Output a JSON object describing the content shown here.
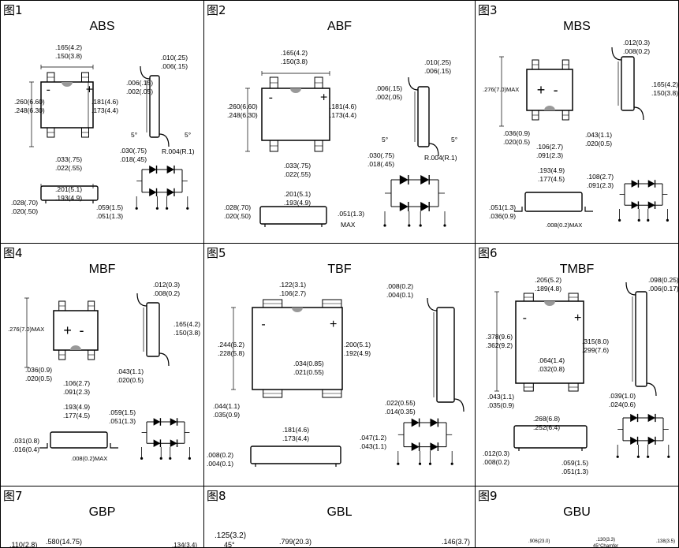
{
  "figures": [
    {
      "label": "图1",
      "package": "ABS",
      "dims": [
        ".165(4.2)",
        ".150(3.8)",
        ".260(6.60)",
        ".248(6.30)",
        ".181(4.6)",
        ".173(4.4)",
        ".033(.75)",
        ".022(.55)",
        ".201(5.1)",
        ".193(4.9)",
        ".028(.70)",
        ".020(.50)",
        ".059(1.5)",
        ".051(1.3)",
        ".010(.25)",
        ".006(.15)",
        ".006(.15)",
        ".002(.05)",
        "5°",
        "5°",
        ".030(.75)",
        ".018(.45)",
        "R.004(R.1)"
      ],
      "pins": [
        "+",
        "~",
        "~",
        "-"
      ],
      "marks": [
        "-",
        "+"
      ]
    },
    {
      "label": "图2",
      "package": "ABF",
      "dims": [
        ".165(4.2)",
        ".150(3.8)",
        ".260(6.60)",
        ".248(6.30)",
        ".181(4.6)",
        ".173(4.4)",
        ".033(.75)",
        ".022(.55)",
        ".201(5.1)",
        ".193(4.9)",
        ".028(.70)",
        ".020(.50)",
        ".051(1.3)",
        "MAX",
        ".010(.25)",
        ".006(.15)",
        ".006(.15)",
        ".002(.05)",
        "5°",
        "5°",
        ".030(.75)",
        ".018(.45)",
        "R.004(R.1)"
      ],
      "pins": [
        "+",
        "~",
        "~",
        "-"
      ],
      "marks": [
        "-",
        "+"
      ]
    },
    {
      "label": "图3",
      "package": "MBS",
      "dims": [
        ".012(0.3)",
        ".008(0.2)",
        ".276(7.0)MAX",
        ".165(4.2)",
        ".150(3.8)",
        ".036(0.9)",
        ".020(0.5)",
        ".106(2.7)",
        ".091(2.3)",
        ".043(1.1)",
        ".020(0.5)",
        ".193(4.9)",
        ".177(4.5)",
        ".108(2.7)",
        ".091(2.3)",
        ".051(1.3)",
        ".036(0.9)",
        ".008(0.2)MAX"
      ],
      "pins": [
        "+",
        "~",
        "~",
        "-"
      ],
      "marks": [
        "+",
        "-"
      ]
    },
    {
      "label": "图4",
      "package": "MBF",
      "dims": [
        ".012(0.3)",
        ".008(0.2)",
        ".276(7.0)MAX",
        ".165(4.2)",
        ".150(3.8)",
        ".036(0.9)",
        ".020(0.5)",
        ".106(2.7)",
        ".091(2.3)",
        ".043(1.1)",
        ".020(0.5)",
        ".193(4.9)",
        ".177(4.5)",
        ".059(1.5)",
        ".051(1.3)",
        ".031(0.8)",
        ".016(0.4)",
        ".008(0.2)MAX"
      ],
      "pins": [
        "+",
        "~",
        "~",
        "-"
      ],
      "marks": [
        "+",
        "-"
      ]
    },
    {
      "label": "图5",
      "package": "TBF",
      "dims": [
        ".122(3.1)",
        ".106(2.7)",
        ".244(6.2)",
        ".228(5.8)",
        ".200(5.1)",
        ".192(4.9)",
        ".034(0.85)",
        ".021(0.55)",
        ".044(1.1)",
        ".035(0.9)",
        ".008(0.2)",
        ".004(0.1)",
        ".022(0.55)",
        ".014(0.35)",
        ".181(4.6)",
        ".173(4.4)",
        ".047(1.2)",
        ".043(1.1)",
        ".008(0.2)",
        ".004(0.1)"
      ],
      "pins": [
        "+",
        "~",
        "~",
        "-"
      ],
      "marks": [
        "-",
        "+"
      ]
    },
    {
      "label": "图6",
      "package": "TMBF",
      "dims": [
        ".205(5.2)",
        ".189(4.8)",
        ".098(0.25)",
        ".006(0.17)",
        ".378(9.6)",
        ".362(9.2)",
        ".315(8.0)",
        ".299(7.6)",
        ".064(1.4)",
        ".032(0.8)",
        ".043(1.1)",
        ".035(0.9)",
        ".039(1.0)",
        ".024(0.6)",
        ".268(6.8)",
        ".252(6.4)",
        ".012(0.3)",
        ".008(0.2)",
        ".059(1.5)",
        ".051(1.3)"
      ],
      "pins": [
        "+",
        "~",
        "~",
        "-"
      ],
      "marks": [
        "-",
        "+"
      ]
    },
    {
      "label": "图7",
      "package": "GBP",
      "dims": [
        ".110(2.8)",
        ".580(14.75)",
        ".134(3.4)"
      ],
      "pins": [],
      "marks": []
    },
    {
      "label": "图8",
      "package": "GBL",
      "dims": [
        ".125(3.2)",
        "45°",
        ".799(20.3)",
        ".146(3.7)"
      ],
      "pins": [],
      "marks": []
    },
    {
      "label": "图9",
      "package": "GBU",
      "dims": [
        ".906(23.0)",
        ".130(3.3)",
        "45°Chamfer",
        ".138(3.5)"
      ],
      "pins": [],
      "marks": []
    }
  ]
}
